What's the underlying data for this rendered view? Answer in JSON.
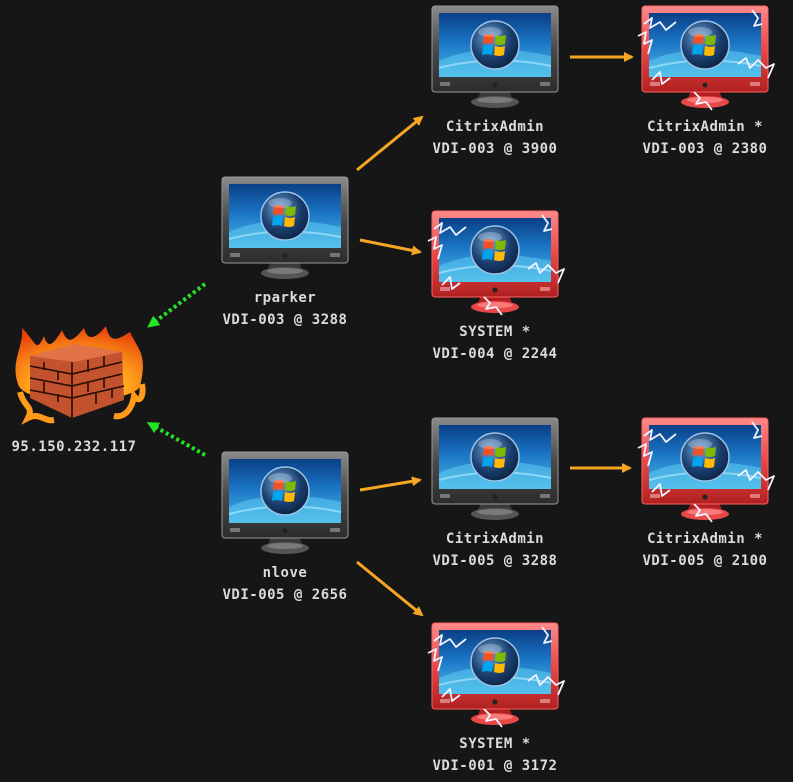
{
  "colors": {
    "background": "#161616",
    "text": "#dcdcdc",
    "arrow": "#f5a623",
    "beacon": "#22e622",
    "monitor_normal_frame": "#4a4a4a",
    "monitor_compromised_frame": "#e84848",
    "lightning": "#f2f4ff"
  },
  "firewall": {
    "icon": "burning-firewall-icon",
    "ip": "95.150.232.117"
  },
  "nodes": [
    {
      "id": "rparker",
      "user": "rparker",
      "host": "VDI-003 @ 3288",
      "compromised": false
    },
    {
      "id": "nlove",
      "user": "nlove",
      "host": "VDI-005 @ 2656",
      "compromised": false
    },
    {
      "id": "ca-003-3900",
      "user": "CitrixAdmin",
      "host": "VDI-003 @ 3900",
      "compromised": false
    },
    {
      "id": "ca-003-2380",
      "user": "CitrixAdmin *",
      "host": "VDI-003 @ 2380",
      "compromised": true
    },
    {
      "id": "sys-004-2244",
      "user": "SYSTEM *",
      "host": "VDI-004 @ 2244",
      "compromised": true
    },
    {
      "id": "ca-005-3288",
      "user": "CitrixAdmin",
      "host": "VDI-005 @ 3288",
      "compromised": false
    },
    {
      "id": "ca-005-2100",
      "user": "CitrixAdmin *",
      "host": "VDI-005 @ 2100",
      "compromised": true
    },
    {
      "id": "sys-001-3172",
      "user": "SYSTEM *",
      "host": "VDI-001 @ 3172",
      "compromised": true
    }
  ],
  "edges": [
    {
      "from": "rparker",
      "to": "firewall",
      "kind": "beacon"
    },
    {
      "from": "nlove",
      "to": "firewall",
      "kind": "beacon"
    },
    {
      "from": "rparker",
      "to": "ca-003-3900",
      "kind": "spawn"
    },
    {
      "from": "rparker",
      "to": "sys-004-2244",
      "kind": "spawn"
    },
    {
      "from": "ca-003-3900",
      "to": "ca-003-2380",
      "kind": "spawn"
    },
    {
      "from": "nlove",
      "to": "ca-005-3288",
      "kind": "spawn"
    },
    {
      "from": "nlove",
      "to": "sys-001-3172",
      "kind": "spawn"
    },
    {
      "from": "ca-005-3288",
      "to": "ca-005-2100",
      "kind": "spawn"
    }
  ]
}
